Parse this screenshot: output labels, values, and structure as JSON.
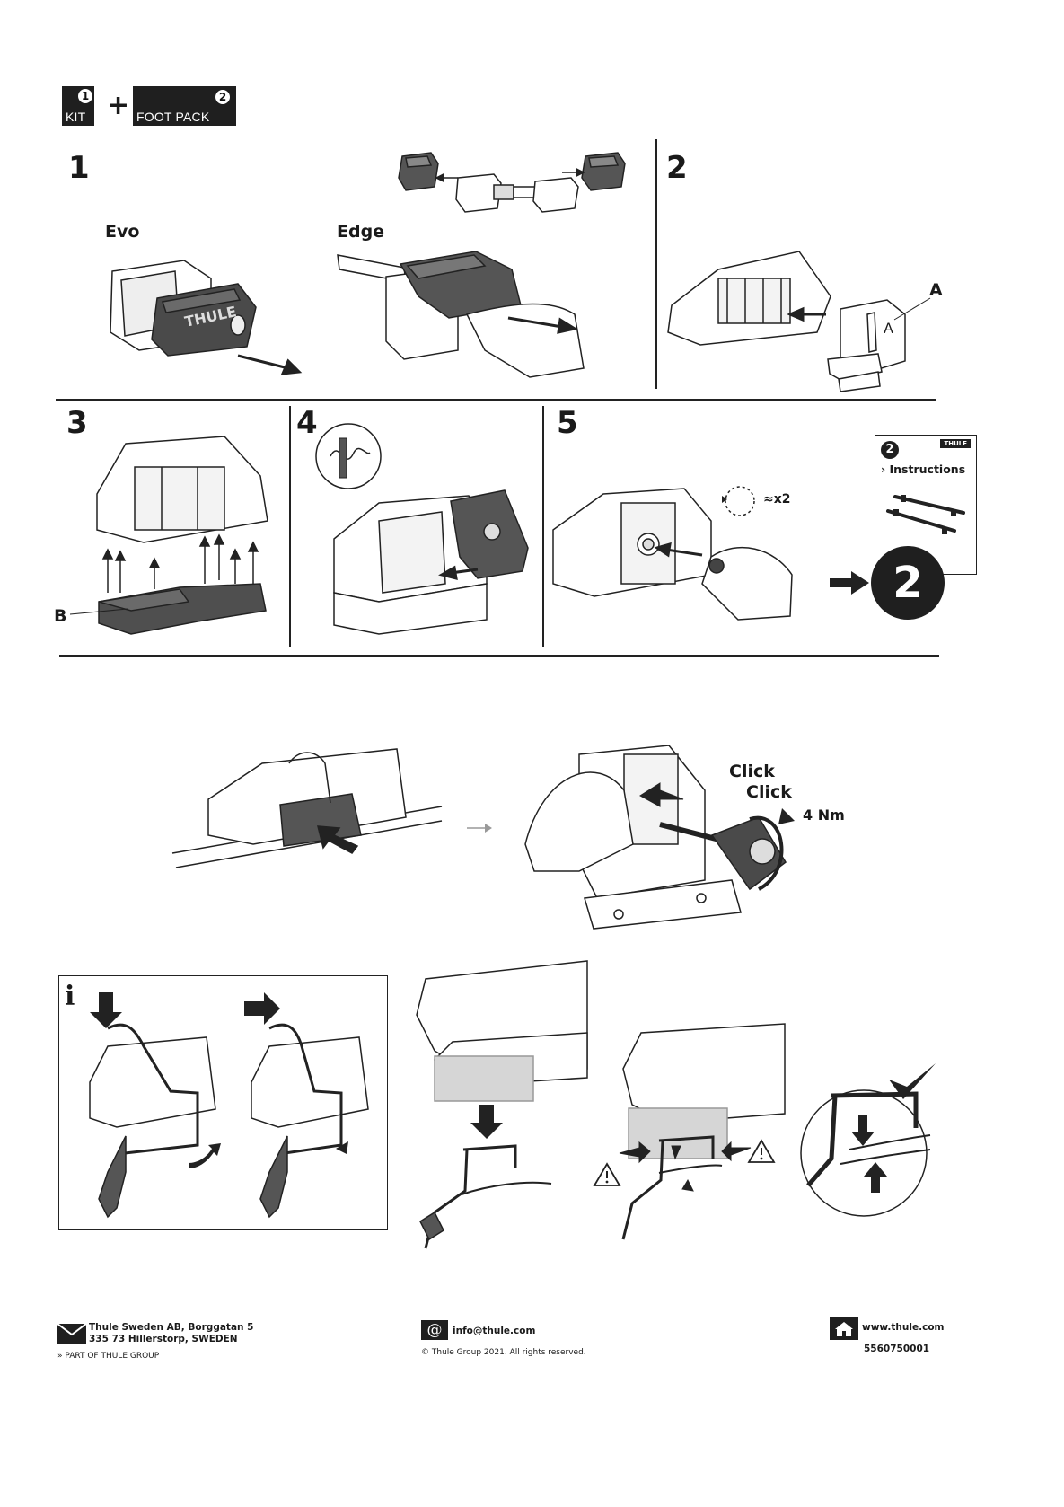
{
  "header": {
    "kit_number": "1",
    "kit_label": "KIT",
    "plus": "+",
    "footpack_number": "2",
    "footpack_label": "FOOT PACK"
  },
  "steps": {
    "s1": "1",
    "s2": "2",
    "s3": "3",
    "s4": "4",
    "s5": "5"
  },
  "labels": {
    "evo": "Evo",
    "edge": "Edge",
    "part_a": "A",
    "part_a_small": "A",
    "part_b": "B",
    "x2": "≈x2",
    "click1": "Click",
    "click2": "Click",
    "torque": "4 Nm",
    "info_icon": "i"
  },
  "instructions_card": {
    "number": "2",
    "brand": "THULE",
    "title": "› Instructions",
    "next_step": "2"
  },
  "footer": {
    "company_line1": "Thule Sweden AB, Borggatan 5",
    "company_line2": "335 73 Hillerstorp, SWEDEN",
    "group": "» PART OF THULE GROUP",
    "email": "info@thule.com",
    "copyright": "© Thule Group 2021. All rights reserved.",
    "website": "www.thule.com",
    "doc_number": "5560750001"
  },
  "icons": [
    "envelope-icon",
    "at-icon",
    "house-icon",
    "warning-icon",
    "checkmark-icon",
    "arrow-icon"
  ]
}
